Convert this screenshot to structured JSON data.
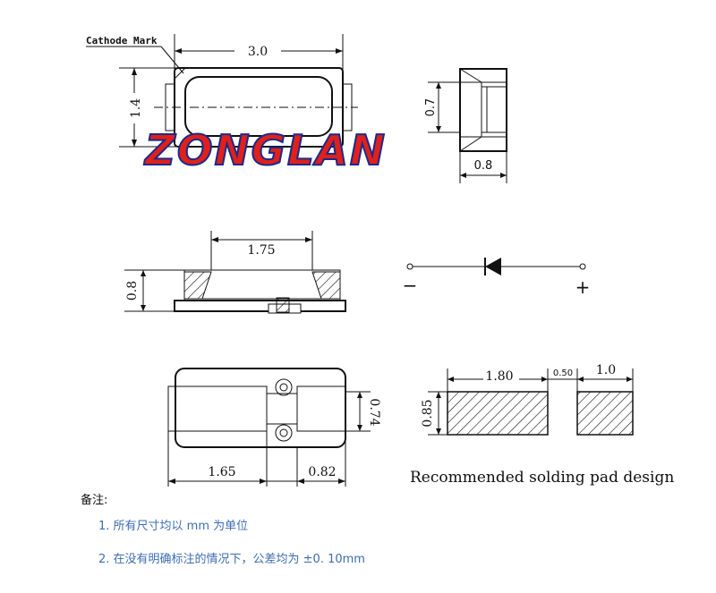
{
  "top_view": {
    "cathode_label": "Cathode Mark",
    "width": "3.0",
    "height": "1.4"
  },
  "watermark": {
    "brand": "ZONGLAN"
  },
  "side_small": {
    "height": "0.7",
    "width": "0.8"
  },
  "front_view": {
    "width": "1.75",
    "height": "0.8"
  },
  "symbol": {
    "minus": "−",
    "plus": "+"
  },
  "bottom_view": {
    "height": "0.74",
    "left_width": "1.65",
    "right_width": "0.82"
  },
  "pad": {
    "left_width": "1.80",
    "gap": "0.50",
    "right_width": "1.0",
    "height": "0.85",
    "caption": "Recommended solding pad design"
  },
  "notes": {
    "heading": "备注:",
    "line1": "1.  所有尺寸均以 mm 为单位",
    "line2": "2.  在没有明确标注的情况下，公差均为  ±0. 10mm"
  },
  "colors": {
    "brand_red": "#e0201a",
    "brand_blue": "#1b2a8c",
    "notes_blue": "#3d6db3"
  }
}
